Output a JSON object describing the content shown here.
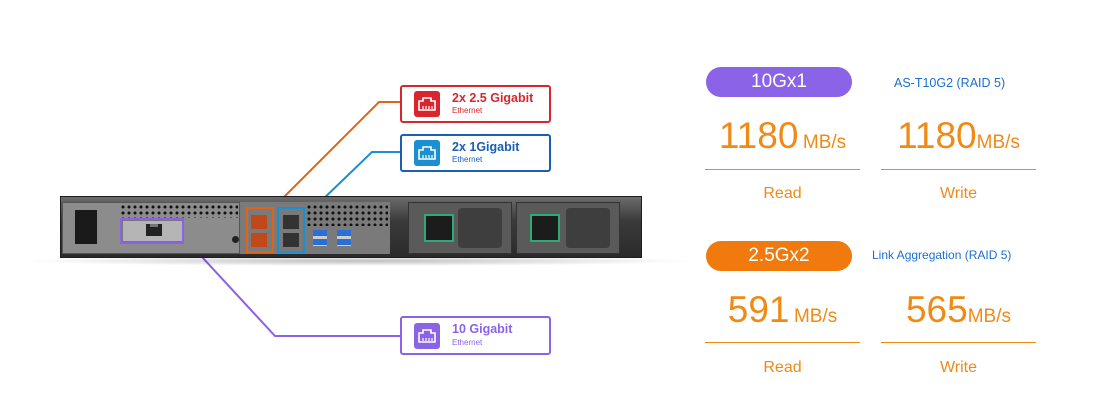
{
  "callouts": {
    "gbe25": {
      "title": "2x 2.5 Gigabit",
      "sub": "Ethernet",
      "color": "#d9262e"
    },
    "gbe1": {
      "title": "2x 1Gigabit",
      "sub": "Ethernet",
      "color": "#1b8fd0"
    },
    "gbe10": {
      "title": "10 Gigabit",
      "sub": "Ethernet",
      "color": "#8a63e6"
    }
  },
  "panel": {
    "top": {
      "pill": "10Gx1",
      "pill_color": "#8a63e6",
      "subtitle": "AS-T10G2 (RAID 5)",
      "subtitle_color": "#1b6fd0",
      "read_value": "1180",
      "read_unit": "MB/s",
      "write_value": "1180",
      "write_unit": "MB/s",
      "read_label": "Read",
      "write_label": "Write"
    },
    "bottom": {
      "pill": "2.5Gx2",
      "pill_color": "#f07a0e",
      "subtitle": "Link Aggregation (RAID 5)",
      "subtitle_color": "#1b6fd0",
      "read_value": "591",
      "read_unit": "MB/s",
      "write_value": "565",
      "write_unit": "MB/s",
      "read_label": "Read",
      "write_label": "Write"
    },
    "accent": "#f08a16"
  },
  "icons": {
    "ethernet": "ethernet-port-icon"
  }
}
